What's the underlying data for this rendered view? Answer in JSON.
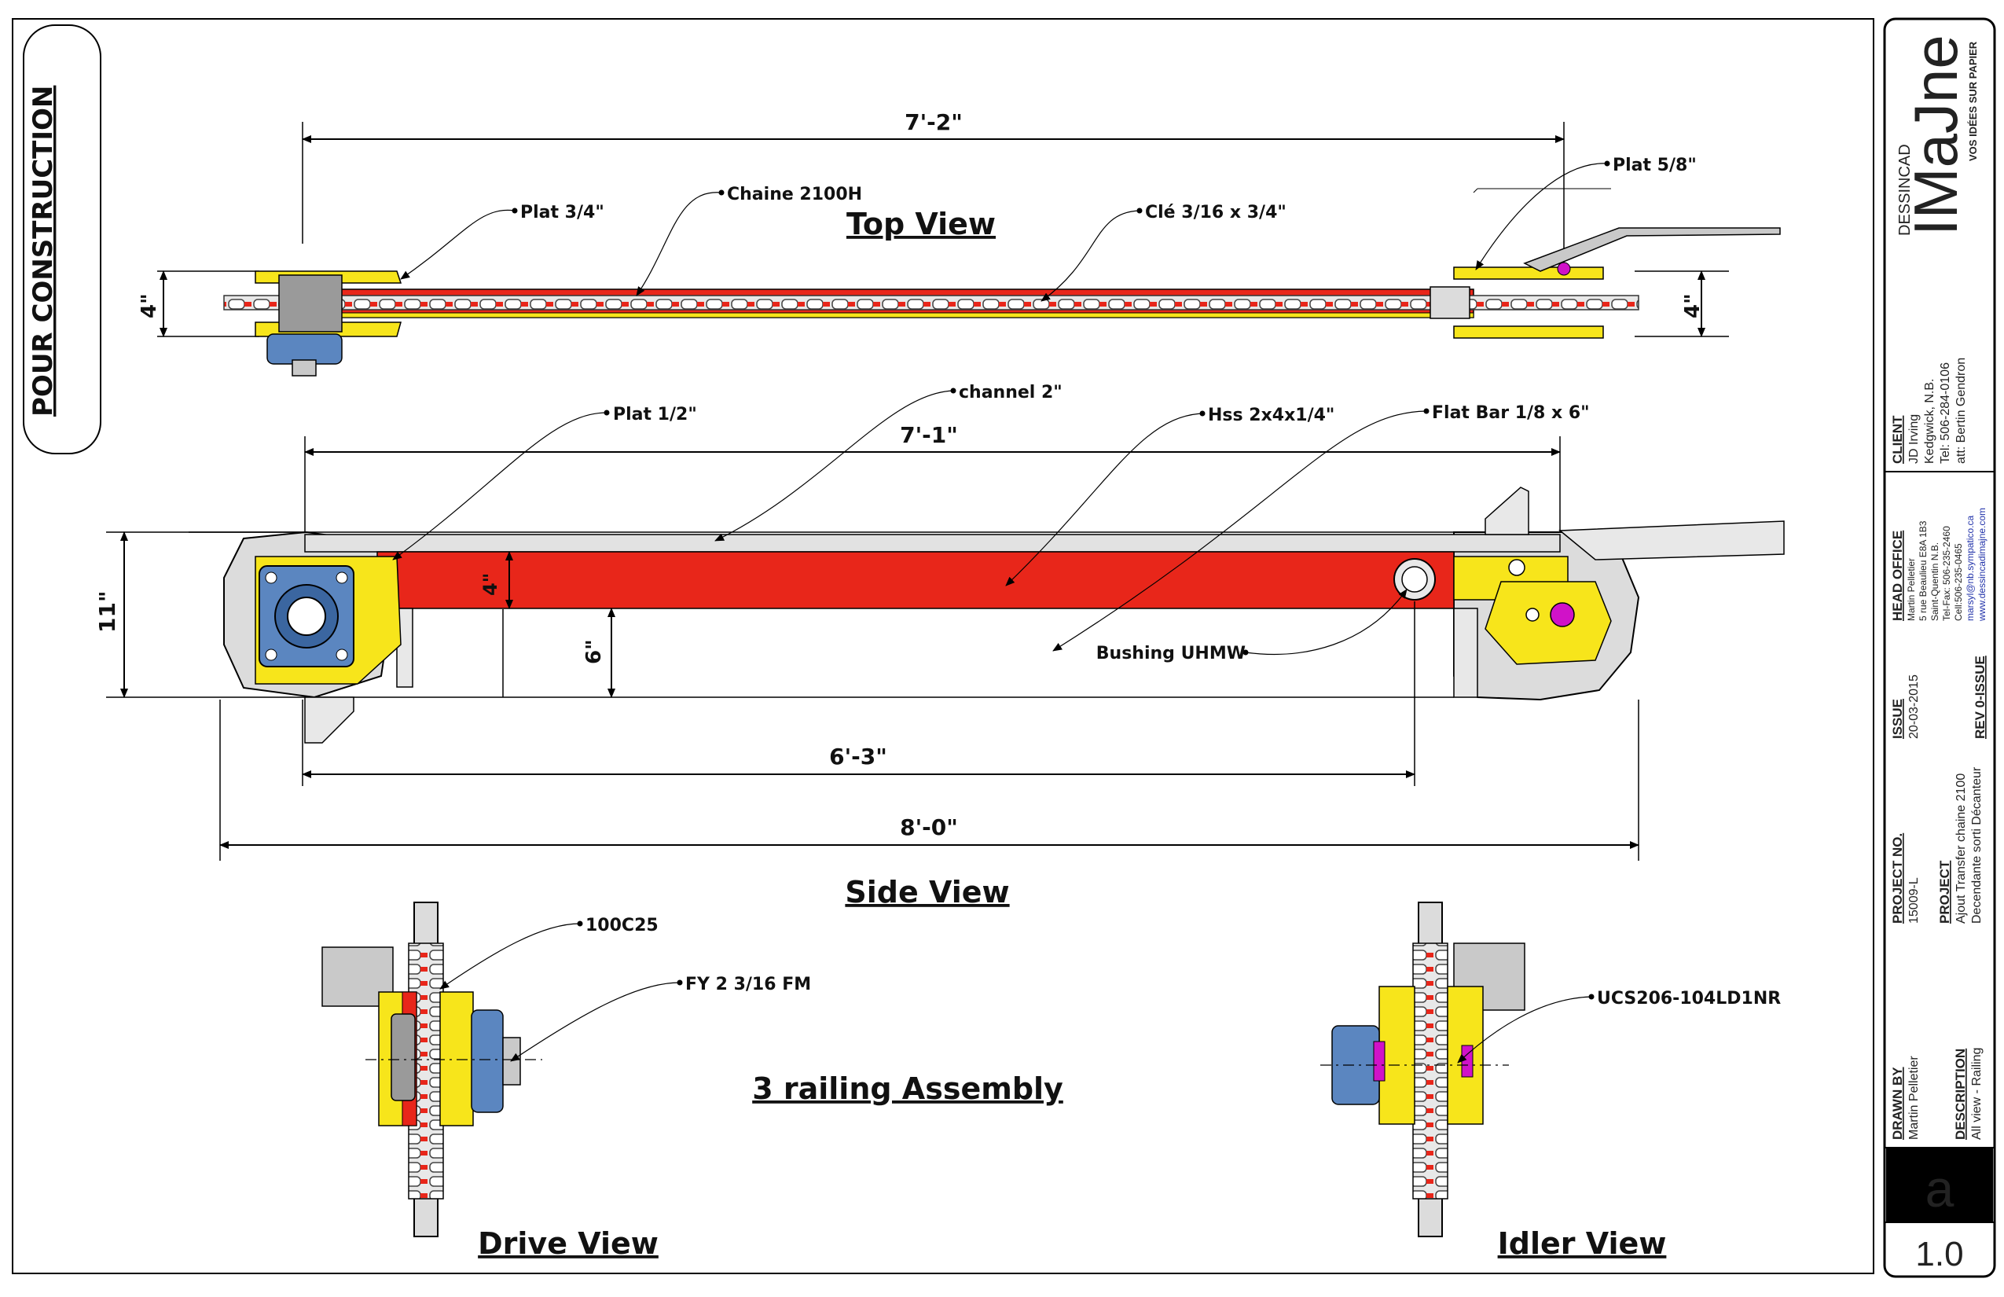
{
  "colors": {
    "frame_red": "#e8261a",
    "plate_yellow": "#f7e51b",
    "bearing_blue": "#5b86c0",
    "steel_gray": "#c9c9c9",
    "magenta": "#d012c8"
  },
  "stamp": "POUR CONSTRUCTION",
  "views": {
    "top": "Top View",
    "side": "Side View",
    "assembly": "3 railing Assembly",
    "drive": "Drive View",
    "idler": "Idler View"
  },
  "dims": {
    "top_length": "7'-2\"",
    "top_width_left": "4\"",
    "top_width_right": "4\"",
    "side_length_upper": "7'-1\"",
    "side_height": "11\"",
    "side_channel": "4\"",
    "side_gap": "6\"",
    "side_length_lower": "6'-3\"",
    "overall_length": "8'-0\""
  },
  "callouts": {
    "plat_34": "Plat 3/4\"",
    "chaine": "Chaine 2100H",
    "cle": "Clé 3/16 x 3/4\"",
    "plat_58": "Plat 5/8\"",
    "plat_12": "Plat 1/2\"",
    "channel": "channel 2\"",
    "hss": "Hss 2x4x1/4\"",
    "flat_bar": "Flat Bar 1/8 x 6\"",
    "bushing": "Bushing UHMW",
    "sprocket": "100C25",
    "fy": "FY 2 3/16 FM",
    "ucs": "UCS206-104LD1NR"
  },
  "titleblock": {
    "company_small": "DESSINCAD",
    "company_logo": "IMaJne",
    "company_tagline": "VOS IDÉES SUR PAPIER",
    "client": {
      "label": "CLIENT",
      "lines": [
        "JD Irving",
        "Kedgwick, N.B.",
        "Tel: 506-284-0106",
        "att: Bertin Gendron"
      ]
    },
    "head_office": {
      "label": "HEAD OFFICE",
      "lines": [
        "Martin Pelletier",
        "5 rue Beaulieu E8A 1B3",
        "Saint-Quentin N.B.",
        "Tel-Fax: 506-235-2460",
        "Cell:506-235-0465"
      ],
      "email": "marsyl@nb.sympatico.ca",
      "web": "www.dessincadimajne.com"
    },
    "issue": {
      "label": "ISSUE",
      "value": "20-03-2015"
    },
    "rev": "REV 0-ISSUE",
    "project_no": {
      "label": "PROJECT NO.",
      "value": "15009-L"
    },
    "project": {
      "label": "PROJECT",
      "lines": [
        "Ajout Transfer chaine 2100",
        "Decendante sorti Décanteur"
      ]
    },
    "drawn_by": {
      "label": "DRAWN BY",
      "value": "Martin Pelletier"
    },
    "description": {
      "label": "DESCRIPTION",
      "value": "All view - Railing"
    },
    "sheet_letter": "a",
    "sheet_number": "1.0"
  }
}
